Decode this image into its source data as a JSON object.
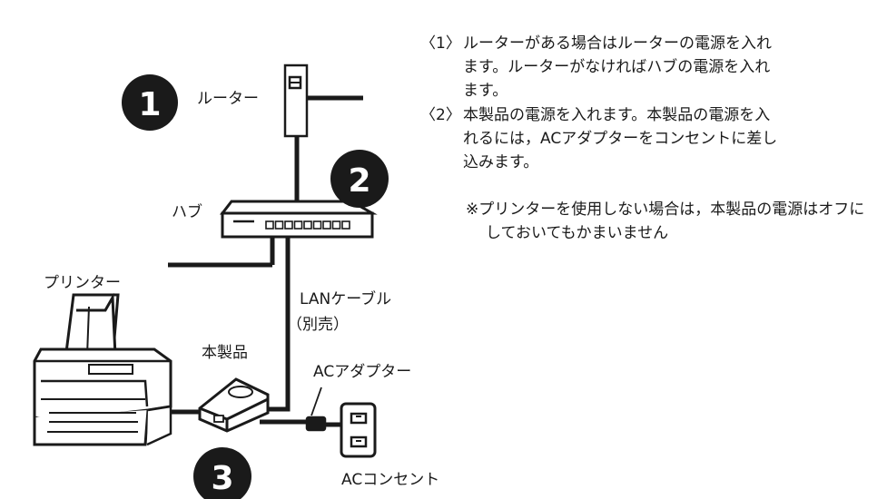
{
  "labels": {
    "router": "ルーター",
    "hub": "ハブ",
    "printer": "プリンター",
    "lan_cable_line1": "LANケーブル",
    "lan_cable_line2": "（別売）",
    "product": "本製品",
    "ac_adapter": "ACアダプター",
    "ac_outlet": "ACコンセント"
  },
  "badges": [
    "1",
    "2",
    "3"
  ],
  "steps": [
    {
      "number": "〈1〉",
      "text": "ルーターがある場合はルーターの電源を入れます。ルーターがなければハブの電源を入れます。"
    },
    {
      "number": "〈2〉",
      "text": "本製品の電源を入れます。本製品の電源を入れるには，ACアダプターをコンセントに差し込みます。"
    }
  ],
  "note": "※プリンターを使用しない場合は，本製品の電源はオフにしておいてもかまいません",
  "colors": {
    "line": "#1a1a1a",
    "badge_fill": "#1a1a1a",
    "background": "#ffffff"
  }
}
